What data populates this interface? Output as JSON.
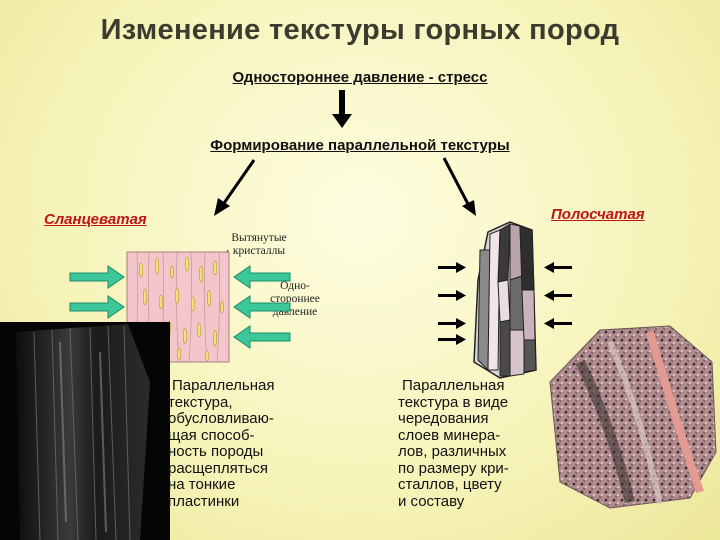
{
  "title": "Изменение текстуры горных пород",
  "step1": "Одностороннее давление - стресс",
  "step2": "Формирование параллельной текстуры",
  "left_label": "Сланцеватая",
  "right_label": "Полосчатая",
  "note_crystals": [
    "Вытянутые",
    "кристаллы"
  ],
  "note_pressure": [
    "Одно-",
    "стороннее",
    "давление"
  ],
  "left_desc": [
    "Параллельная",
    "текстура,",
    "обусловливаю-",
    "щая способ-",
    "ность породы",
    "расщепляться",
    "на тонкие",
    "пластинки"
  ],
  "right_desc": [
    "Параллельная",
    "текстура в виде",
    "чередования",
    "слоев минера-",
    "лов, различных",
    "по размеру кри-",
    "сталлов, цвету",
    "и составу"
  ],
  "colors": {
    "title": "#3a3c2e",
    "label_red": "#c0141a",
    "arrow_green": "#3cc79b",
    "schist_pink": "#f3c6cc",
    "crystal_yellow": "#f2e27a"
  }
}
